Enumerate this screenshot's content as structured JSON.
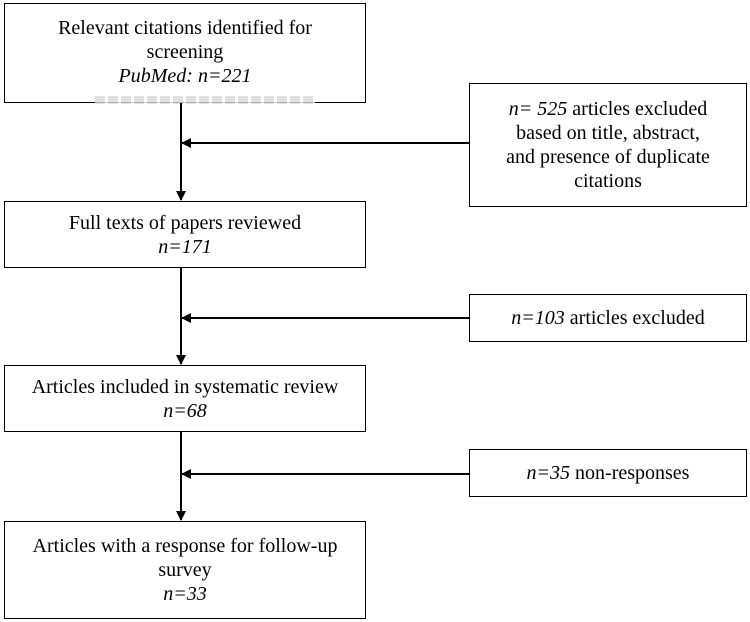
{
  "boxes": {
    "citations": {
      "line1": "Relevant citations identified for",
      "line2": "screening",
      "source_label": "PubMed:",
      "count": "n=221"
    },
    "full_texts": {
      "label": "Full texts of papers reviewed",
      "count": "n=171"
    },
    "included": {
      "label": "Articles included in systematic review",
      "count": "n=68"
    },
    "responses": {
      "line1": "Articles with a response for follow-up",
      "line2": "survey",
      "count": "n=33"
    }
  },
  "exclusions": {
    "first": {
      "count": "n= 525",
      "line1_rest": "articles excluded",
      "line2": "based on title, abstract,",
      "line3": "and presence of duplicate",
      "line4": "citations"
    },
    "second": {
      "count": "n=103",
      "rest": "articles excluded"
    },
    "third": {
      "count": "n=35",
      "rest": "non-responses"
    }
  }
}
